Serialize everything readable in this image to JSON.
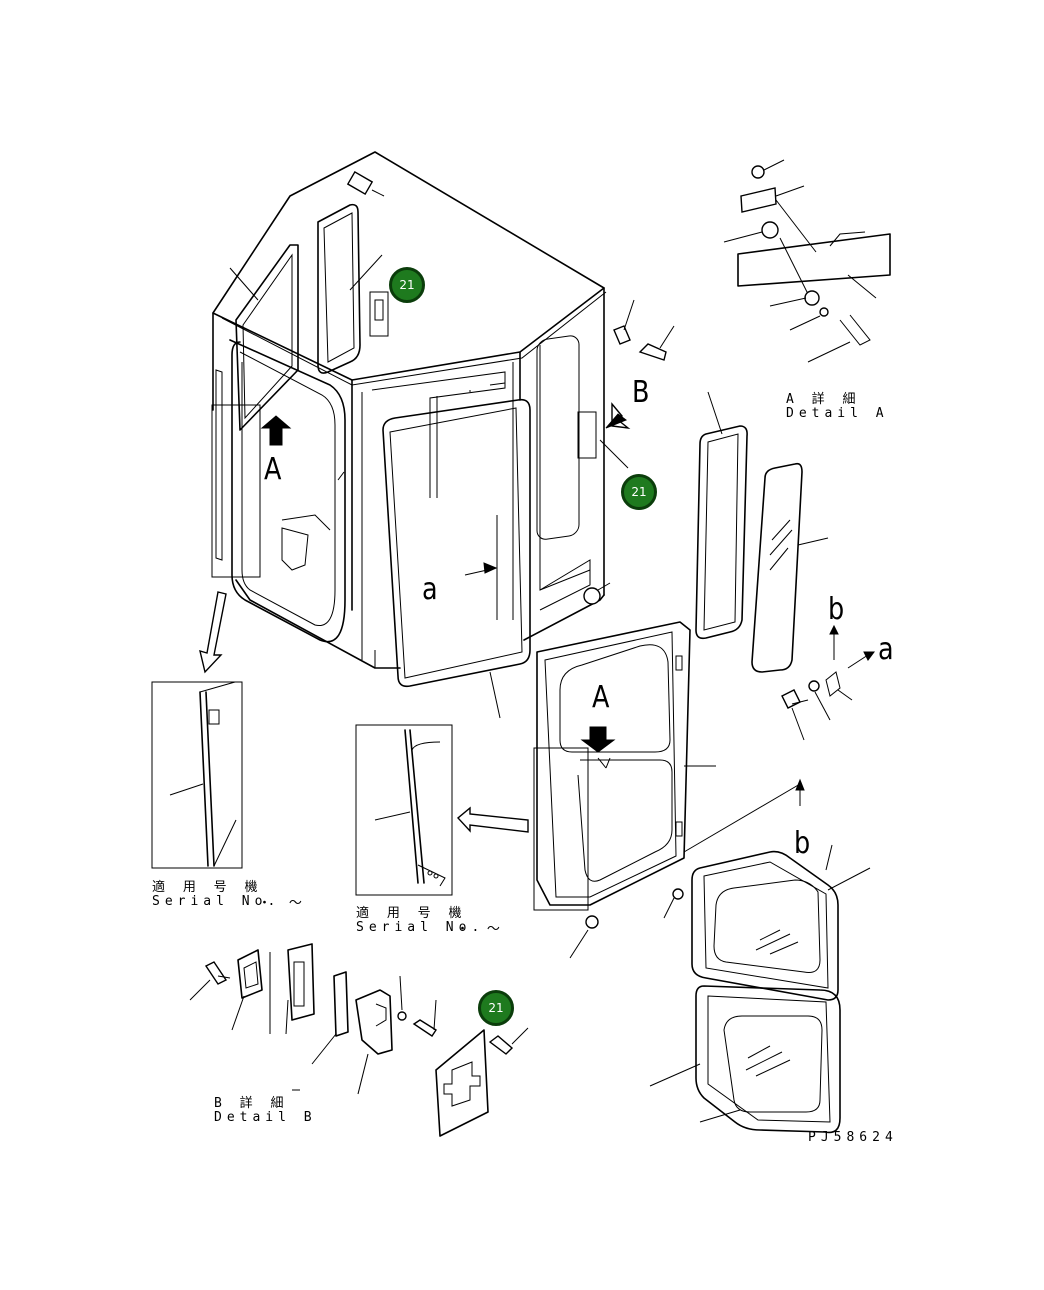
{
  "callouts": [
    {
      "number": "21"
    },
    {
      "number": "21"
    },
    {
      "number": "21"
    }
  ],
  "view_labels": {
    "arrow_b": "B",
    "arrow_a_cab": "A",
    "arrow_a_door": "A",
    "part_a": "a",
    "side_a": "a",
    "side_b": "b",
    "up_b": "b"
  },
  "detail_a": {
    "jp": "A 詳 細",
    "en": "Detail A"
  },
  "detail_b": {
    "jp": "B 詳 細",
    "en": "Detail B"
  },
  "serial_left": {
    "jp": "適 用 号 機",
    "en": "Serial No.",
    "range": "・ ～"
  },
  "serial_mid": {
    "jp": "適 用 号 機",
    "en": "Serial No.",
    "range": "・ ～"
  },
  "drawing_id": "PJ58624",
  "colors": {
    "callout_fill": "#1e7a1e",
    "line": "#000000"
  }
}
